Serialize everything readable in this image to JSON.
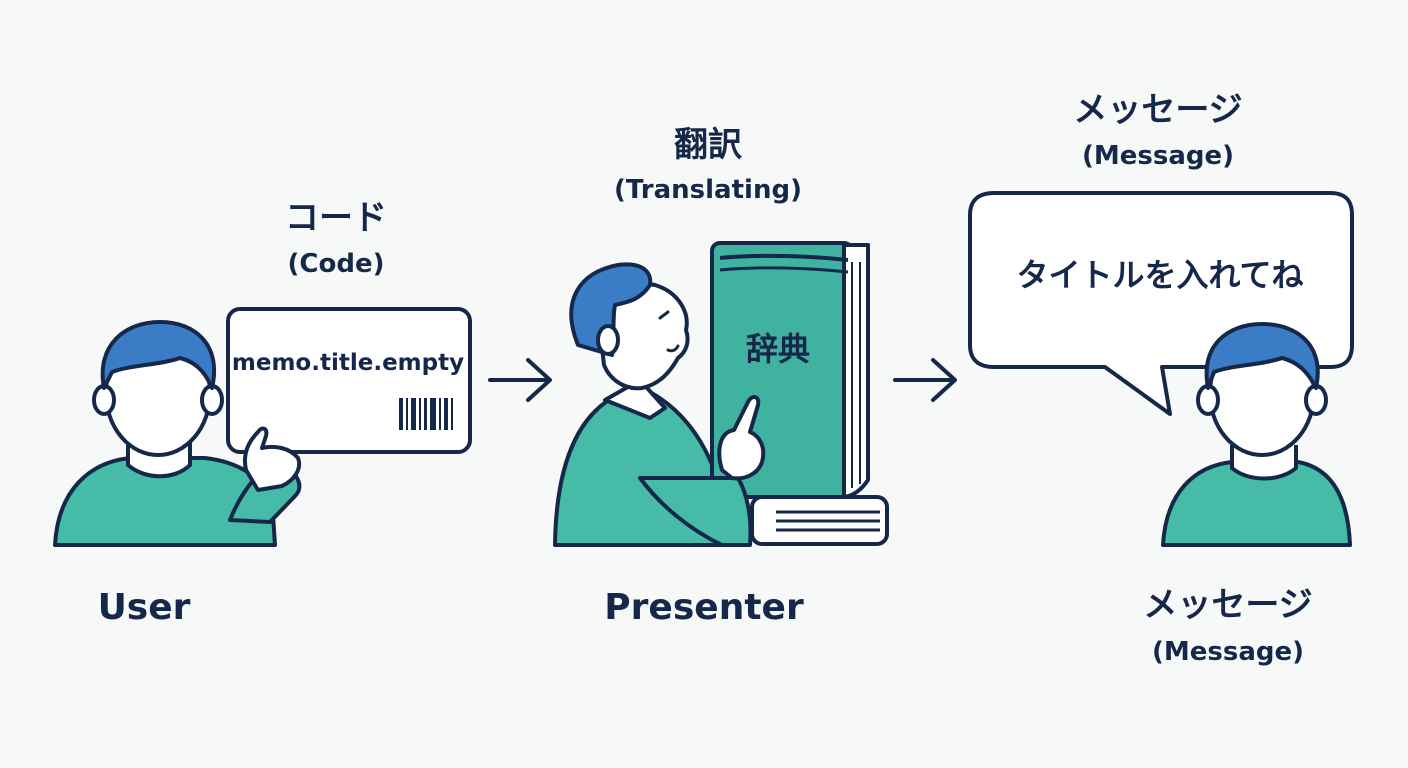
{
  "colors": {
    "outline": "#16284a",
    "teal": "#45bba8",
    "blue_hair": "#3a7cc6",
    "background": "#f7f8f8",
    "book_green": "#3fb3a0"
  },
  "stages": {
    "code": {
      "label_jp": "コード",
      "label_en": "(Code)",
      "card_text": "memo.title.empty",
      "card_icon": "barcode-icon"
    },
    "translating": {
      "label_jp": "翻訳",
      "label_en": "(Translating)",
      "book_text": "辞典",
      "book_icon": "dictionary-book-icon"
    },
    "message": {
      "label_jp": "メッセージ",
      "label_en": "(Message)",
      "bubble_text": "タイトルを入れてね"
    }
  },
  "actors": {
    "user": {
      "label": "User"
    },
    "presenter": {
      "label": "Presenter"
    },
    "message_person": {
      "label_jp": "メッセージ",
      "label_en": "(Message)"
    }
  },
  "arrows": [
    "arrow-right-icon",
    "arrow-right-icon"
  ]
}
